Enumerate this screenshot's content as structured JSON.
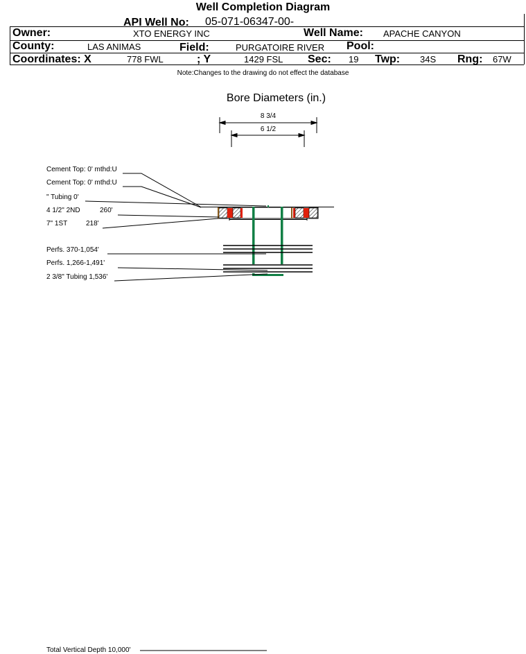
{
  "header": {
    "title": "Well Completion Diagram",
    "api_label": "API Well No:",
    "api_value": "05-071-06347-00-",
    "owner_label": "Owner:",
    "owner_value": "XTO ENERGY INC",
    "wellname_label": "Well Name:",
    "wellname_value": "APACHE CANYON",
    "county_label": "County:",
    "county_value": "LAS ANIMAS",
    "field_label": "Field:",
    "field_value": "PURGATOIRE RIVER",
    "pool_label": "Pool:",
    "pool_value": "",
    "coordx_label": "Coordinates: X",
    "coordx_value": "778 FWL",
    "coordy_label": "; Y",
    "coordy_value": "1429 FSL",
    "sec_label": "Sec:",
    "sec_value": "19",
    "twp_label": "Twp:",
    "twp_value": "34S",
    "rng_label": "Rng:",
    "rng_value": "67W"
  },
  "note": "Note:Changes to the drawing do not effect the database",
  "bore": {
    "title": "Bore Diameters (in.)",
    "outer": "8 3/4",
    "inner": "6 1/2"
  },
  "labels": {
    "cement_top_1": "Cement Top: 0' mthd:U",
    "cement_top_2": "Cement Top: 0' mthd:U",
    "tubing_top": "\" Tubing 0'",
    "casing_2nd_size": "4 1/2\" 2ND",
    "casing_2nd_depth": "260'",
    "casing_1st_size": "7\" 1ST",
    "casing_1st_depth": "218'",
    "perfs_1": "Perfs. 370-1,054'",
    "perfs_2": "Perfs. 1,266-1,491'",
    "tubing_bottom": "2 3/8\" Tubing 1,536'",
    "total_depth": "Total Vertical Depth 10,000'"
  },
  "colors": {
    "tubing": "#128046",
    "cement": "#e0200c",
    "line": "#000000"
  }
}
